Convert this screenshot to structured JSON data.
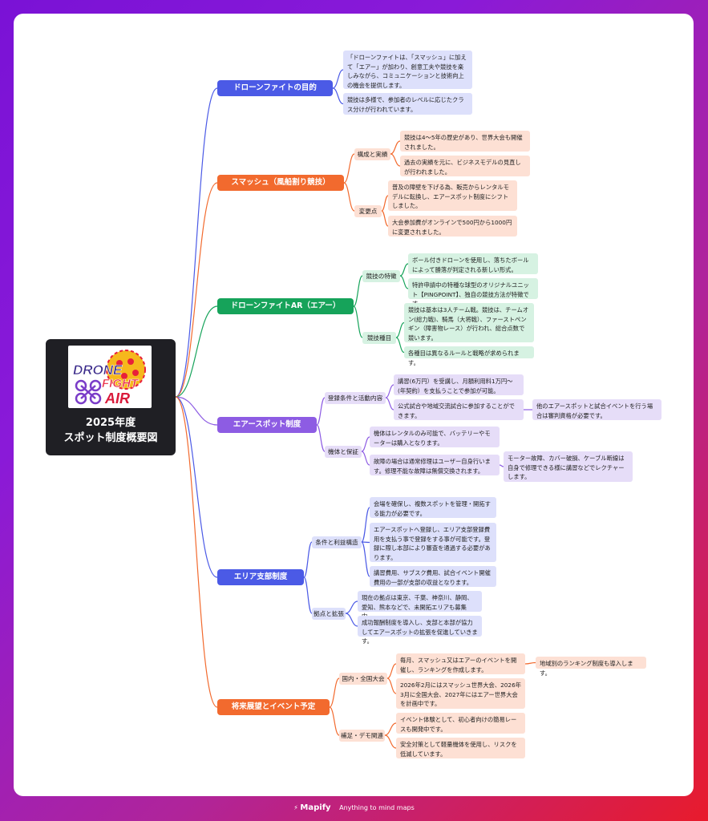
{
  "root": {
    "logo_text": [
      "DRONE",
      "FIGHT",
      "AIR"
    ],
    "title": "2025年度\nスポット制度概要図"
  },
  "colors": {
    "blue": "#4b5ae6",
    "orange": "#f26a2e",
    "green": "#16a35a",
    "purple": "#8d5ce3",
    "root_bg": "#1f1f24"
  },
  "branches": [
    {
      "label": "ドローンファイトの目的",
      "items": [
        "「ドローンファイトは、「スマッシュ」に加えて「エアー」が加わり、創意工夫や競技を楽しみながら、コミュニケーションと技術向上の機会を提供します。",
        "競技は多様で、参加者のレベルに応じたクラス分けが行われています。"
      ]
    },
    {
      "label": "スマッシュ（風船割り競技）",
      "groups": [
        {
          "label": "構成と実績",
          "items": [
            "競技は4〜5年の歴史があり、世界大会も開催されました。",
            "過去の実績を元に、ビジネスモデルの見直しが行われました。"
          ]
        },
        {
          "label": "変更点",
          "items": [
            "普及の障壁を下げる為、販売からレンタルモデルに転換し、エアースポット制度にシフトしました。",
            "大会参加費がオンラインで500円から1000円に変更されました。"
          ]
        }
      ]
    },
    {
      "label": "ドローンファイトAR（エアー）",
      "groups": [
        {
          "label": "競技の特徴",
          "items": [
            "ボール付きドローンを使用し、落ちたボールによって勝落が判定される新しい形式。",
            "特許申請中の特種な球型のオリジナルユニット【PINGPOINT】、独自の競技方法が特徴です。"
          ]
        },
        {
          "label": "競技種目",
          "items": [
            "競技は基本は3人チーム戦。競技は、チームオン(総力戦)、騎馬（大将戦）、ファーストペンギン（障害物レース）が行われ、総合点数で競います。",
            "各種目は異なるルールと戦略が求められます。"
          ]
        }
      ]
    },
    {
      "label": "エアースポット制度",
      "groups": [
        {
          "label": "登録条件と活動内容",
          "items": [
            "講習(6万円）を受講し、月額利用料1万円〜(年契約）を支払うことで参加が可能。",
            "公式試合や地域交流試合に参加することができます。"
          ],
          "sub": "他のエアースポットと試合イベントを行う場合は審判資格が必要です。"
        },
        {
          "label": "機体と保証",
          "items": [
            "機体はレンタルのみ可能で、バッテリーやモーターは購入となります。",
            "故障の場合は通常修理はユーザー自身行います。修理不能な故障は無償交換されます。"
          ],
          "sub": "モーター故障、カバー破損、ケーブル断線は自身で修理できる様に講習などでレクチャーします。"
        }
      ]
    },
    {
      "label": "エリア支部制度",
      "groups": [
        {
          "label": "条件と利益構造",
          "items": [
            "会場を確保し、複数スポットを管理・開拓する能力が必要です。",
            "エアースポットへ登録し、エリア支部登録費用を支払う事で登録をする事が可能です。登録に際し本部により審査を通過する必要があります。",
            "講習費用、サブスク費用、試合イベント開催費用の一部が支部の収益となります。"
          ]
        },
        {
          "label": "拠点と拡張",
          "items": [
            "現在の拠点は東京、千葉、神奈川、静岡、愛知、熊本などで、未開拓エリアも募集中。",
            "成功報酬制度を導入し、支部と本部が協力してエアースポットの拡張を促進していきます。"
          ]
        }
      ]
    },
    {
      "label": "将来展望とイベント予定",
      "groups": [
        {
          "label": "国内・全国大会",
          "items": [
            "毎月、スマッシュ又はエアーのイベントを開催し、ランキングを作成します。",
            "2026年2月にはスマッシュ世界大会、2026年3月に全国大会、2027年にはエアー世界大会を計画中です。"
          ],
          "sub": "地域別のランキング制度も導入します。"
        },
        {
          "label": "補足・デモ関連",
          "items": [
            "イベント体験として、初心者向けの簡易レースも開発中です。",
            "安全対策として軽量機体を使用し、リスクを低減しています。"
          ]
        }
      ]
    }
  ],
  "footer": {
    "brand": "Mapify",
    "tagline": "Anything to mind maps"
  }
}
